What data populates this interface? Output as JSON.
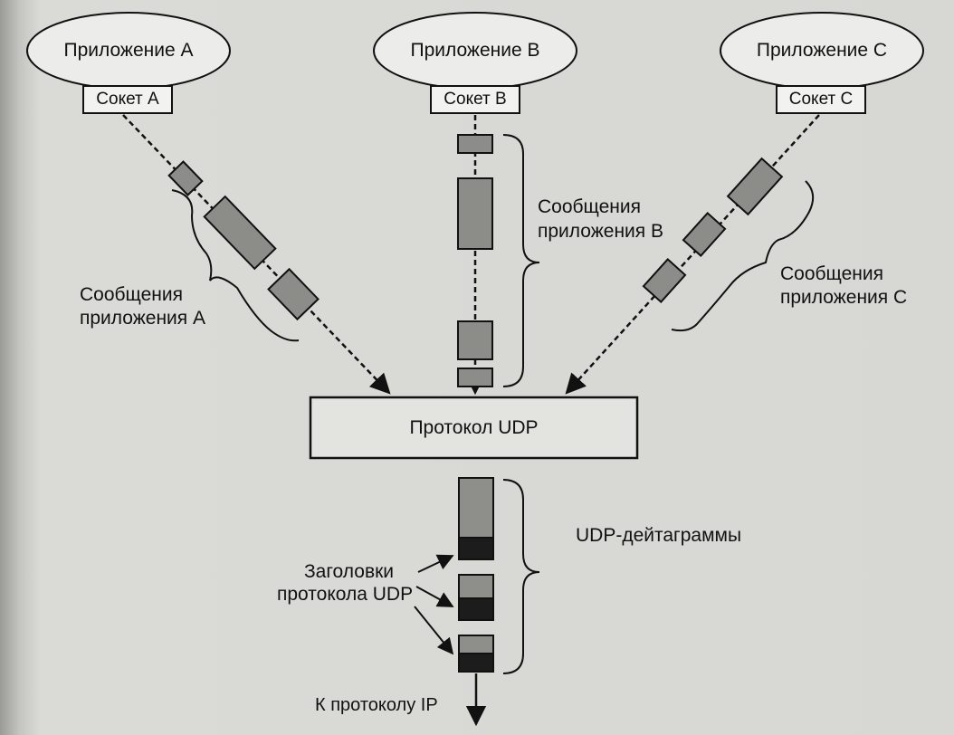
{
  "apps": {
    "a": {
      "label": "Приложение А",
      "socket": "Сокет А"
    },
    "b": {
      "label": "Приложение В",
      "socket": "Сокет В"
    },
    "c": {
      "label": "Приложение С",
      "socket": "Сокет С"
    }
  },
  "messages": {
    "a": [
      "Сообщения",
      "приложения А"
    ],
    "b": [
      "Сообщения",
      "приложения В"
    ],
    "c": [
      "Сообщения",
      "приложения С"
    ]
  },
  "protocol": "Протокол UDP",
  "datagrams": "UDP-дейтаграммы",
  "headers": [
    "Заголовки",
    "протокола UDP"
  ],
  "to_ip": "К протоколу IP"
}
